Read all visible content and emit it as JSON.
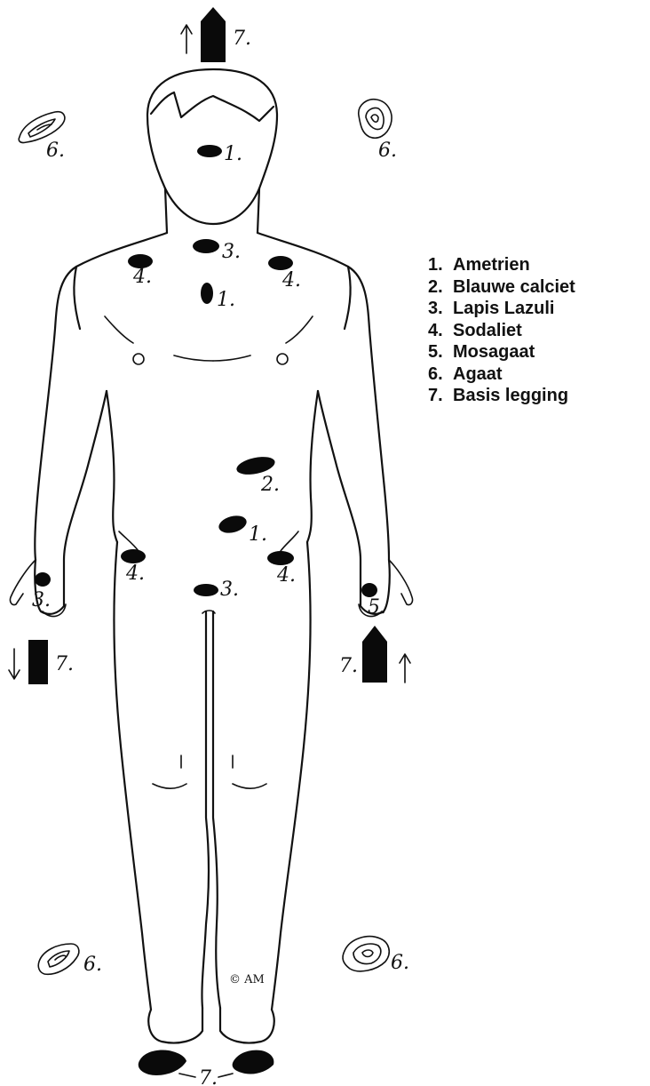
{
  "legend": [
    {
      "number": "1.",
      "name": "Ametrien"
    },
    {
      "number": "2.",
      "name": "Blauwe calciet"
    },
    {
      "number": "3.",
      "name": "Lapis Lazuli"
    },
    {
      "number": "4.",
      "name": "Sodaliet"
    },
    {
      "number": "5.",
      "name": "Mosagaat"
    },
    {
      "number": "6.",
      "name": "Agaat"
    },
    {
      "number": "7.",
      "name": "Basis legging"
    }
  ],
  "labels": {
    "l1": "1.",
    "l2": "2.",
    "l3": "3.",
    "l4": "4.",
    "l5": "5.",
    "l6": "6.",
    "l7": "7."
  },
  "copyright": "© AM"
}
